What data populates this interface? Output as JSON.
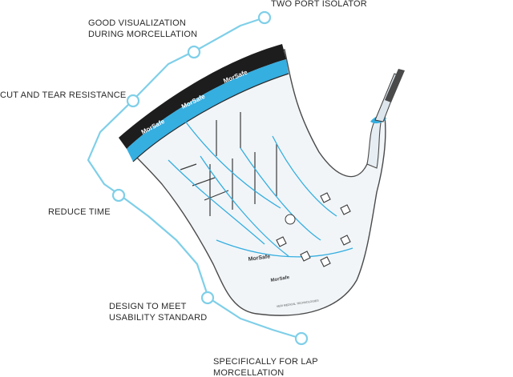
{
  "features": [
    {
      "id": "two-port-isolator",
      "lines": [
        "TWO PORT ISOLATOR"
      ]
    },
    {
      "id": "good-visualization",
      "lines": [
        "GOOD VISUALIZATION",
        "DURING MORCELLATION"
      ]
    },
    {
      "id": "cut-and-tear",
      "lines": [
        "CUT AND TEAR RESISTANCE"
      ]
    },
    {
      "id": "reduce-time",
      "lines": [
        "REDUCE TIME"
      ]
    },
    {
      "id": "usability-standard",
      "lines": [
        "DESIGN TO MEET",
        "USABILITY STANDARD"
      ]
    },
    {
      "id": "lap-morcellation",
      "lines": [
        "SPECIFICALLY FOR LAP",
        "MORCELLATION"
      ]
    }
  ],
  "brand": {
    "band_text": "MorSafe",
    "bag_text": "MorSafe",
    "bag_text_2": "MorSafe",
    "maker_text": "VERI MEDICAL TECHNOLOGIES"
  },
  "colors": {
    "connector": "#7fcfe8",
    "band": "#35aee0",
    "dark_band": "#1d1d1d",
    "bag_outline": "#4a4a4a",
    "bag_fill": "#f1f5f8",
    "label_text": "#2a2a2a"
  }
}
